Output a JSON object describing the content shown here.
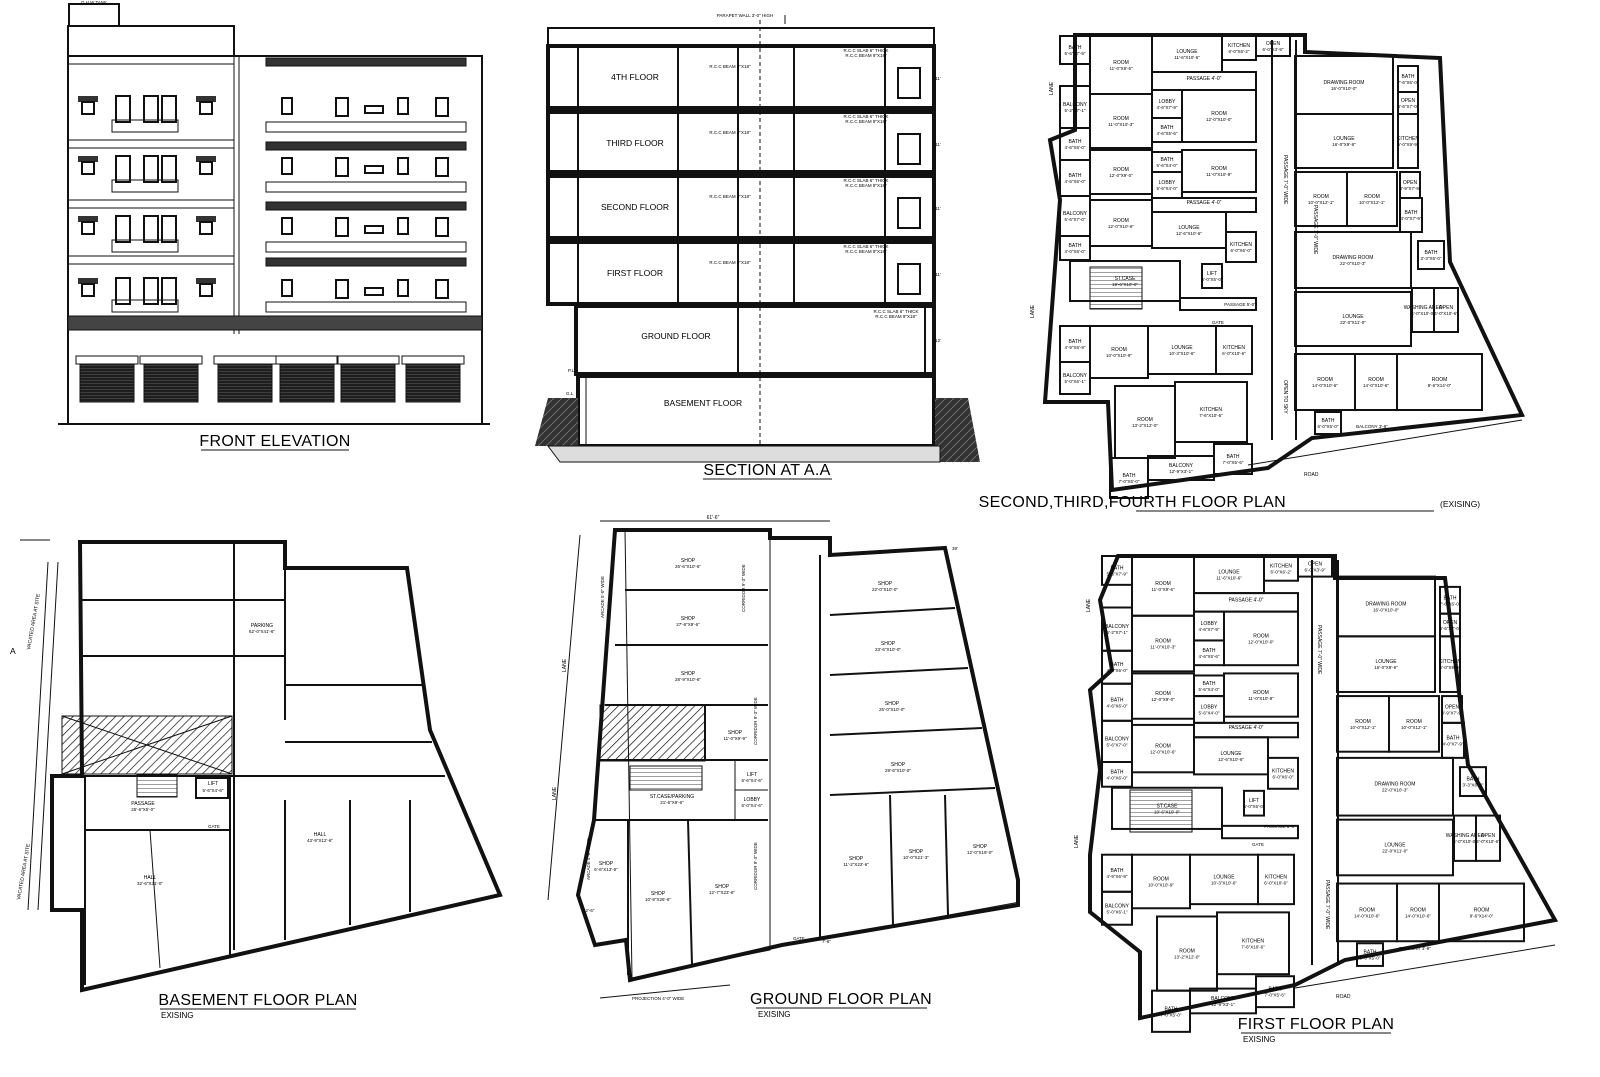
{
  "titles": {
    "front_elevation": "FRONT ELEVATION",
    "section": "SECTION AT A.A",
    "upper_plan": "SECOND,THIRD,FOURTH FLOOR PLAN",
    "upper_plan_note": "(EXISING)",
    "basement_plan": "BASEMENT  FLOOR PLAN",
    "basement_note": "EXISING",
    "ground_plan": "GROUND FLOOR PLAN",
    "ground_note": "EXISING",
    "first_plan": "FIRST FLOOR PLAN",
    "first_note": "EXISING"
  },
  "elevation": {
    "tank_label": "O.H.W TANK"
  },
  "section": {
    "parapet": "PARAPET WALL 3'-0\" HIGH",
    "floors": [
      "4TH FLOOR",
      "THIRD FLOOR",
      "SECOND FLOOR",
      "FIRST FLOOR",
      "GROUND FLOOR",
      "BASEMENT FLOOR"
    ],
    "slab_note": "R.C.C SLAB 6\" THICK",
    "beam_note": "R.C.C BEAM 9\"X18\"",
    "height_typ": "11'",
    "height_gf": "12'",
    "height_bf": "10'",
    "gl": "G.L",
    "pl": "P.L"
  },
  "upper_plan": {
    "lane": "LANE",
    "road": "ROAD",
    "passage_left": "PASSAGE 7'-0\" WIDE",
    "passage_right": "PASSAGE 7'-0\" WIDE",
    "open_to_sky": "OPEN TO SKY",
    "rooms": [
      {
        "name": "BATH",
        "size": "5'-6\"X7'-9\""
      },
      {
        "name": "ROOM",
        "size": "11'-0\"X9'-6\""
      },
      {
        "name": "LOUNGE",
        "size": "11'-6\"X10'-6\""
      },
      {
        "name": "KITCHEN",
        "size": "6'-0\"X6'-2\""
      },
      {
        "name": "OPEN",
        "size": "6'-0\"X3'-9\""
      },
      {
        "name": "PASSAGE 4'-0\"",
        "size": ""
      },
      {
        "name": "BALCONY",
        "size": "5'-2\"X7'-1\""
      },
      {
        "name": "ROOM",
        "size": "11'-0\"X10'-3\""
      },
      {
        "name": "LOBBY",
        "size": "4'-6\"X7'-9\""
      },
      {
        "name": "BATH",
        "size": "4'-6\"X5'-6\""
      },
      {
        "name": "ROOM",
        "size": "12'-0\"X10'-0\""
      },
      {
        "name": "DRAWING ROOM",
        "size": "16'-0\"X10'-0\""
      },
      {
        "name": "BATH",
        "size": "7'-6\"X6'-0\""
      },
      {
        "name": "OPEN",
        "size": "4'-6\"X7'-0\""
      },
      {
        "name": "BATH",
        "size": "4'-6\"X6'-0\""
      },
      {
        "name": "LOUNGE",
        "size": "16'-0\"X9'-9\""
      },
      {
        "name": "KITCHEN",
        "size": "5'-0\"X9'-9\""
      },
      {
        "name": "BATH",
        "size": "4'-6\"X6'-0\""
      },
      {
        "name": "ROOM",
        "size": "12'-0\"X9'-0\""
      },
      {
        "name": "BATH",
        "size": "5'-6\"X4'-0\""
      },
      {
        "name": "LOBBY",
        "size": "5'-6\"X4'-0\""
      },
      {
        "name": "ROOM",
        "size": "11'-0\"X10'-9\""
      },
      {
        "name": "PASSAGE 4'-0\"",
        "size": ""
      },
      {
        "name": "ROOM",
        "size": "10'-0\"X12'-1\""
      },
      {
        "name": "ROOM",
        "size": "10'-0\"X12'-1\""
      },
      {
        "name": "OPEN",
        "size": "3'-9\"X7'-9\""
      },
      {
        "name": "BATH",
        "size": "4'-0\"X7'-9\""
      },
      {
        "name": "BALCONY",
        "size": "5'-6\"X7'-0\""
      },
      {
        "name": "ROOM",
        "size": "12'-0\"X10'-6\""
      },
      {
        "name": "LOUNGE",
        "size": "12'-6\"X10'-6\""
      },
      {
        "name": "BATH",
        "size": "4'-0\"X6'-0\""
      },
      {
        "name": "KITCHEN",
        "size": "6'-0\"X6'-0\""
      },
      {
        "name": "BATH",
        "size": "3'-3\"X6'-0\""
      },
      {
        "name": "ST.CASE",
        "size": "19'-6\"X10'-0\""
      },
      {
        "name": "LIFT",
        "size": "6'-0\"X5'-0\""
      },
      {
        "name": "DRAWING ROOM",
        "size": "22'-0\"X10'-3\""
      },
      {
        "name": "PASSAGE 5'-0\"",
        "size": ""
      },
      {
        "name": "WASHING AREA",
        "size": "4'-0\"X10'-0\""
      },
      {
        "name": "OPEN",
        "size": "4'-0\"X10'-6\""
      },
      {
        "name": "BATH",
        "size": "4'-9\"X6'-9\""
      },
      {
        "name": "LOUNGE",
        "size": "22'-0\"X11'-0\""
      },
      {
        "name": "GATE",
        "size": ""
      },
      {
        "name": "ROOM",
        "size": "10'-0\"X10'-9\""
      },
      {
        "name": "LOUNGE",
        "size": "10'-3\"X10'-6\""
      },
      {
        "name": "KITCHEN",
        "size": "6'-0\"X10'-6\""
      },
      {
        "name": "BALCONY",
        "size": "5'-0\"X6'-1\""
      },
      {
        "name": "ROOM",
        "size": "14'-0\"X10'-6\""
      },
      {
        "name": "ROOM",
        "size": "13'-2\"X12'-0\""
      },
      {
        "name": "ROOM",
        "size": "14'-0\"X10'-6\""
      },
      {
        "name": "KITCHEN",
        "size": "7'-6\"X10'-6\""
      },
      {
        "name": "ROOM",
        "size": "9'-6\"X14'-0\""
      },
      {
        "name": "BATH",
        "size": "6'-0\"X5'-0\""
      },
      {
        "name": "BALCONY",
        "size": "3'-9\"",
        "label": "BALCONY 3'-9\""
      },
      {
        "name": "BATH",
        "size": "7'-0\"X5'-0\""
      },
      {
        "name": "BATH",
        "size": "7'-0\"X5'-6\""
      },
      {
        "name": "BALCONY",
        "size": "12'-9\"X3'-1\""
      }
    ]
  },
  "basement_plan": {
    "parking": "PARKING",
    "parking_size": "62'-0\"X41'-6\"",
    "passage": "PASSAGE",
    "passage_size": "25'-6\"X5'-0\"",
    "lift": "LIFT",
    "lift_size": "5'-6\"X4'-6\"",
    "gate": "GATE",
    "hall_left": "HALL",
    "hall_left_size": "32'-6\"X31'-0\"",
    "hall_right": "HALL",
    "hall_right_size": "43'-9\"X12'-6\"",
    "vacated_1": "VACATED AREA AT SITE",
    "vacated_2": "VACATED AREA AT SITE",
    "section_mark": "A"
  },
  "ground_plan": {
    "overall": "61'-6\"",
    "right_dim": "39'",
    "left_dim": "12'-6\"",
    "lane": "LANE",
    "arcade_1": "ARCADE 5'-0\" WIDE",
    "arcade_2": "ARCADE 5'-0\" WIDE",
    "corridor_1": "CORRIDOR 9'-3\" WIDE",
    "corridor_2": "CORRIDOR 9'-3\" WIDE",
    "corridor_3": "CORRIDOR 9'-3\" WIDE",
    "projection": "PROJECTION 4'-0\" WIDE",
    "gate": "GATE",
    "gate_dim": "7'-6\"",
    "staircase": "ST.CASE/PARKING",
    "staircase_size": "21'-6\"X9'-6\"",
    "lift": "LIFT",
    "lift_size": "5'-6\"X4'-6\"",
    "lobby": "LOBBY",
    "lobby_size": "6'-0\"X4'-6\"",
    "shops": [
      {
        "name": "SHOP",
        "size": "26'-6\"X10'-6\""
      },
      {
        "name": "SHOP",
        "size": "27'-6\"X9'-6\""
      },
      {
        "name": "SHOP",
        "size": "28'-9\"X10'-6\""
      },
      {
        "name": "SHOP",
        "size": "11'-0\"X9'-9\""
      },
      {
        "name": "SHOP",
        "size": "22'-0\"X10'-0\""
      },
      {
        "name": "SHOP",
        "size": "23'-6\"X10'-0\""
      },
      {
        "name": "SHOP",
        "size": "25'-0\"X10'-0\""
      },
      {
        "name": "SHOP",
        "size": "29'-6\"X10'-0\""
      },
      {
        "name": "SHOP",
        "size": "6'-6\"X13'-9\""
      },
      {
        "name": "SHOP",
        "size": "10'-9\"X26'-6\""
      },
      {
        "name": "SHOP",
        "size": "12'-7\"X23'-6\""
      },
      {
        "name": "SHOP",
        "size": "11'-2\"X22'-6\""
      },
      {
        "name": "SHOP",
        "size": "10'-0\"X21'-3\""
      },
      {
        "name": "SHOP",
        "size": "12'-0\"X19'-0\""
      }
    ]
  },
  "first_plan": {
    "lane": "LANE",
    "road": "ROAD",
    "passage_left": "PASSAGE 7'-0\" WIDE",
    "passage_right": "PASSAGE 7'-0\" WIDE"
  },
  "colors": {
    "line": "#111111",
    "fill_dark": "#2a2a2a",
    "background": "#ffffff"
  }
}
